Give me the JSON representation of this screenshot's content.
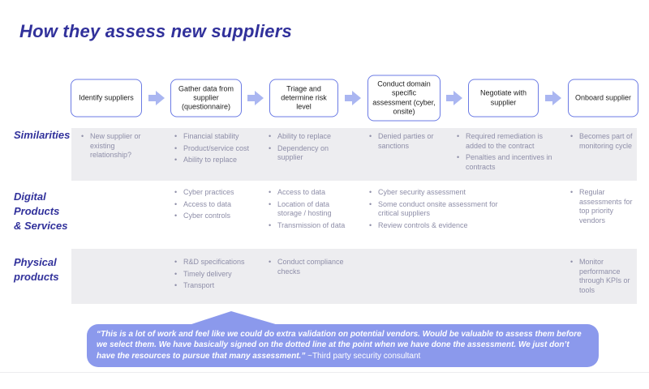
{
  "title": "How they assess new suppliers",
  "flow": {
    "steps": [
      {
        "label": "Identify suppliers"
      },
      {
        "label": "Gather data from supplier (questionnaire)"
      },
      {
        "label": "Triage and determine risk level"
      },
      {
        "label": "Conduct domain specific assessment (cyber, onsite)"
      },
      {
        "label": "Negotiate with supplier"
      },
      {
        "label": "Onboard supplier"
      }
    ]
  },
  "rows": [
    {
      "label_lines": [
        "Similarities"
      ],
      "shaded": true,
      "cells": [
        [
          "New supplier or existing relationship?"
        ],
        [
          "Financial stability",
          "Product/service cost",
          "Ability to replace"
        ],
        [
          "Ability to replace",
          "Dependency on supplier"
        ],
        [
          "Denied parties or sanctions"
        ],
        [
          "Required remediation is added to the contract",
          "Penalties and incentives in contracts"
        ],
        [
          "Becomes part of monitoring cycle"
        ]
      ]
    },
    {
      "label_lines": [
        "Digital",
        "Products",
        "& Services"
      ],
      "shaded": false,
      "cells": [
        [],
        [
          "Cyber practices",
          "Access to data",
          "Cyber controls"
        ],
        [
          "Access to data",
          "Location of data storage / hosting",
          "Transmission of data"
        ],
        [
          "Cyber security assessment",
          "Some conduct onsite assessment for critical suppliers",
          "Review controls & evidence"
        ],
        [],
        [
          "Regular assessments for top priority vendors"
        ]
      ]
    },
    {
      "label_lines": [
        "Physical",
        "products"
      ],
      "shaded": true,
      "cells": [
        [],
        [
          "R&D specifications",
          "Timely delivery",
          "Transport"
        ],
        [
          "Conduct compliance checks"
        ],
        [],
        [],
        [
          "Monitor performance through KPIs or tools"
        ]
      ]
    }
  ],
  "quote": {
    "text": "“This is a lot of work and feel like we could do extra validation on potential vendors. Would be valuable to assess them before we select them. We have basically signed on the dotted line at the point when we have done the assessment. We just don’t have the resources to pursue that many assessment.” ",
    "attribution": "~Third party security consultant"
  },
  "colors": {
    "indigo": "#31319b",
    "box_border": "#6b7be4",
    "arrow": "#aab6f1",
    "band": "#ededf0",
    "bullet_text": "#8e8ea8",
    "quote_bg": "#8b99ec",
    "quote_text": "#ffffff"
  }
}
